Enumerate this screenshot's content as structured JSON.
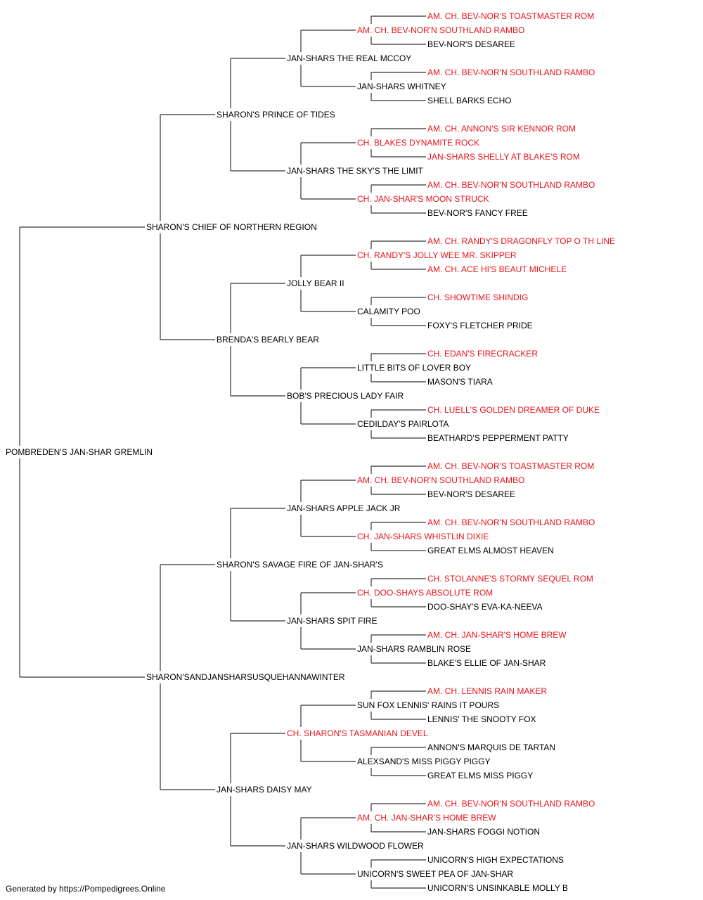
{
  "colors": {
    "champion": "#e8141b",
    "normal": "#000000",
    "line": "#333333"
  },
  "footer": "Generated by https://Pompedigrees.Online",
  "pedigree": {
    "name": "POMBREDEN'S JAN-SHAR GREMLIN",
    "champion": false,
    "sire": {
      "name": "SHARON'S CHIEF OF NORTHERN REGION",
      "champion": false,
      "sire": {
        "name": "SHARON'S PRINCE OF TIDES",
        "champion": false,
        "sire": {
          "name": "JAN-SHARS THE REAL MCCOY",
          "champion": false,
          "sire": {
            "name": "AM. CH. BEV-NOR'N SOUTHLAND RAMBO",
            "champion": true,
            "sire": {
              "name": "AM. CH. BEV-NOR'S TOASTMASTER ROM",
              "champion": true
            },
            "dam": {
              "name": "BEV-NOR'S DESAREE",
              "champion": false
            }
          },
          "dam": {
            "name": "JAN-SHARS WHITNEY",
            "champion": false,
            "sire": {
              "name": "AM. CH. BEV-NOR'N SOUTHLAND RAMBO",
              "champion": true
            },
            "dam": {
              "name": "SHELL BARKS ECHO",
              "champion": false
            }
          }
        },
        "dam": {
          "name": "JAN-SHARS THE SKY'S THE LIMIT",
          "champion": false,
          "sire": {
            "name": "CH. BLAKES DYNAMITE ROCK",
            "champion": true,
            "sire": {
              "name": "AM. CH. ANNON'S SIR KENNOR ROM",
              "champion": true
            },
            "dam": {
              "name": "JAN-SHARS SHELLY AT BLAKE'S ROM",
              "champion": true
            }
          },
          "dam": {
            "name": "CH. JAN-SHAR'S MOON STRUCK",
            "champion": true,
            "sire": {
              "name": "AM. CH. BEV-NOR'N SOUTHLAND RAMBO",
              "champion": true
            },
            "dam": {
              "name": "BEV-NOR'S FANCY FREE",
              "champion": false
            }
          }
        }
      },
      "dam": {
        "name": "BRENDA'S BEARLY BEAR",
        "champion": false,
        "sire": {
          "name": "JOLLY BEAR II",
          "champion": false,
          "sire": {
            "name": "CH. RANDY'S JOLLY WEE MR. SKIPPER",
            "champion": true,
            "sire": {
              "name": "AM. CH. RANDY'S DRAGONFLY TOP O TH LINE",
              "champion": true
            },
            "dam": {
              "name": "AM. CH. ACE HI'S BEAUT MICHELE",
              "champion": true
            }
          },
          "dam": {
            "name": "CALAMITY POO",
            "champion": false,
            "sire": {
              "name": "CH. SHOWTIME SHINDIG",
              "champion": true
            },
            "dam": {
              "name": "FOXY'S FLETCHER PRIDE",
              "champion": false
            }
          }
        },
        "dam": {
          "name": "BOB'S PRECIOUS LADY FAIR",
          "champion": false,
          "sire": {
            "name": "LITTLE BITS OF LOVER BOY",
            "champion": false,
            "sire": {
              "name": "CH. EDAN'S FIRECRACKER",
              "champion": true
            },
            "dam": {
              "name": "MASON'S TIARA",
              "champion": false
            }
          },
          "dam": {
            "name": "CEDILDAY'S PAIRLOTA",
            "champion": false,
            "sire": {
              "name": "CH. LUELL'S GOLDEN DREAMER OF DUKE",
              "champion": true
            },
            "dam": {
              "name": "BEATHARD'S PEPPERMENT PATTY",
              "champion": false
            }
          }
        }
      }
    },
    "dam": {
      "name": "SHARON'SANDJANSHARSUSQUEHANNAWINTER",
      "champion": false,
      "sire": {
        "name": "SHARON'S SAVAGE FIRE OF JAN-SHAR'S",
        "champion": false,
        "sire": {
          "name": "JAN-SHARS APPLE JACK JR",
          "champion": false,
          "sire": {
            "name": "AM. CH. BEV-NOR'N SOUTHLAND RAMBO",
            "champion": true,
            "sire": {
              "name": "AM. CH. BEV-NOR'S TOASTMASTER ROM",
              "champion": true
            },
            "dam": {
              "name": "BEV-NOR'S DESAREE",
              "champion": false
            }
          },
          "dam": {
            "name": "CH. JAN-SHARS WHISTLIN DIXIE",
            "champion": true,
            "sire": {
              "name": "AM. CH. BEV-NOR'N SOUTHLAND RAMBO",
              "champion": true
            },
            "dam": {
              "name": "GREAT ELMS ALMOST HEAVEN",
              "champion": false
            }
          }
        },
        "dam": {
          "name": "JAN-SHARS SPIT FIRE",
          "champion": false,
          "sire": {
            "name": "CH. DOO-SHAYS ABSOLUTE ROM",
            "champion": true,
            "sire": {
              "name": "CH. STOLANNE'S STORMY SEQUEL ROM",
              "champion": true
            },
            "dam": {
              "name": "DOO-SHAY'S EVA-KA-NEEVA",
              "champion": false
            }
          },
          "dam": {
            "name": "JAN-SHARS RAMBLIN ROSE",
            "champion": false,
            "sire": {
              "name": "AM. CH. JAN-SHAR'S HOME BREW",
              "champion": true
            },
            "dam": {
              "name": "BLAKE'S ELLIE OF JAN-SHAR",
              "champion": false
            }
          }
        }
      },
      "dam": {
        "name": "JAN-SHARS DAISY MAY",
        "champion": false,
        "sire": {
          "name": "CH. SHARON'S TASMANIAN DEVEL",
          "champion": true,
          "sire": {
            "name": "SUN FOX LENNIS' RAINS IT POURS",
            "champion": false,
            "sire": {
              "name": "AM. CH. LENNIS RAIN MAKER",
              "champion": true
            },
            "dam": {
              "name": "LENNIS' THE SNOOTY FOX",
              "champion": false
            }
          },
          "dam": {
            "name": "ALEXSAND'S MISS PIGGY PIGGY",
            "champion": false,
            "sire": {
              "name": "ANNON'S MARQUIS DE TARTAN",
              "champion": false
            },
            "dam": {
              "name": "GREAT ELMS MISS PIGGY",
              "champion": false
            }
          }
        },
        "dam": {
          "name": "JAN-SHARS WILDWOOD FLOWER",
          "champion": false,
          "sire": {
            "name": "AM. CH. JAN-SHAR'S HOME BREW",
            "champion": true,
            "sire": {
              "name": "AM. CH. BEV-NOR'N SOUTHLAND RAMBO",
              "champion": true
            },
            "dam": {
              "name": "JAN-SHARS FOGGI NOTION",
              "champion": false
            }
          },
          "dam": {
            "name": "UNICORN'S SWEET PEA OF JAN-SHAR",
            "champion": false,
            "sire": {
              "name": "UNICORN'S HIGH EXPECTATIONS",
              "champion": false
            },
            "dam": {
              "name": "UNICORN'S UNSINKABLE MOLLY B",
              "champion": false
            }
          }
        }
      }
    }
  }
}
